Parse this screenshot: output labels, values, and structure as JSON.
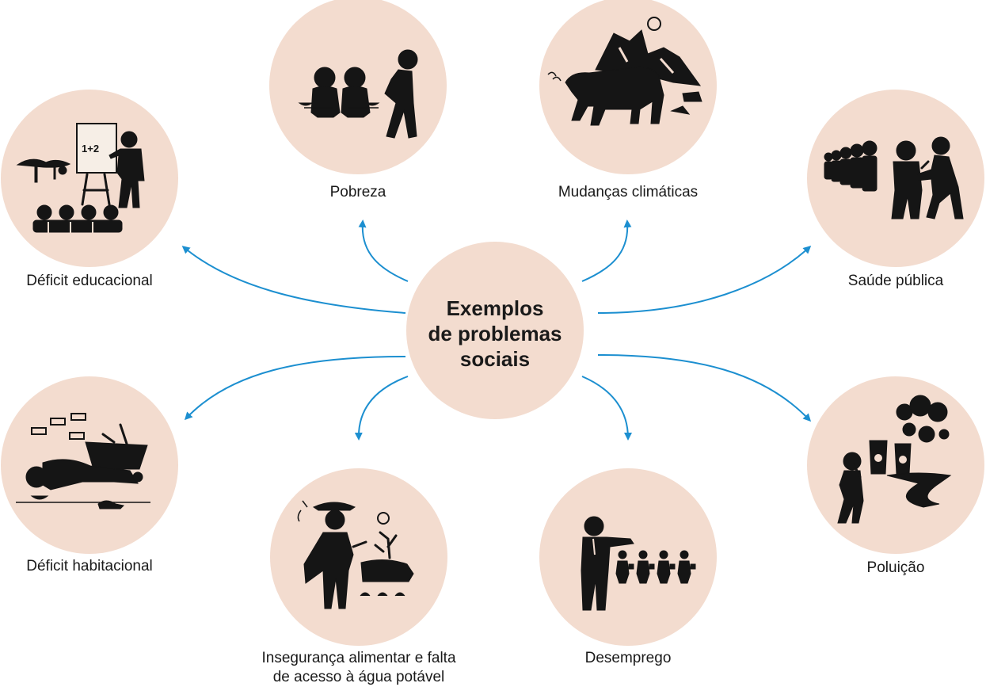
{
  "center": {
    "line1": "Exemplos",
    "line2": "de problemas",
    "line3": "sociais"
  },
  "nodes": {
    "educacional": "Déficit educacional",
    "pobreza": "Pobreza",
    "clima": "Mudanças climáticas",
    "saude": "Saúde pública",
    "habitacional": "Déficit habitacional",
    "alimentar_l1": "Insegurança alimentar e falta",
    "alimentar_l2": "de acesso à água potável",
    "desemprego": "Desemprego",
    "poluicao": "Poluição"
  },
  "board_text": "1+2",
  "colors": {
    "circle_fill": "#f3dccf",
    "arrow": "#1c8fd0",
    "icon": "#151515"
  }
}
